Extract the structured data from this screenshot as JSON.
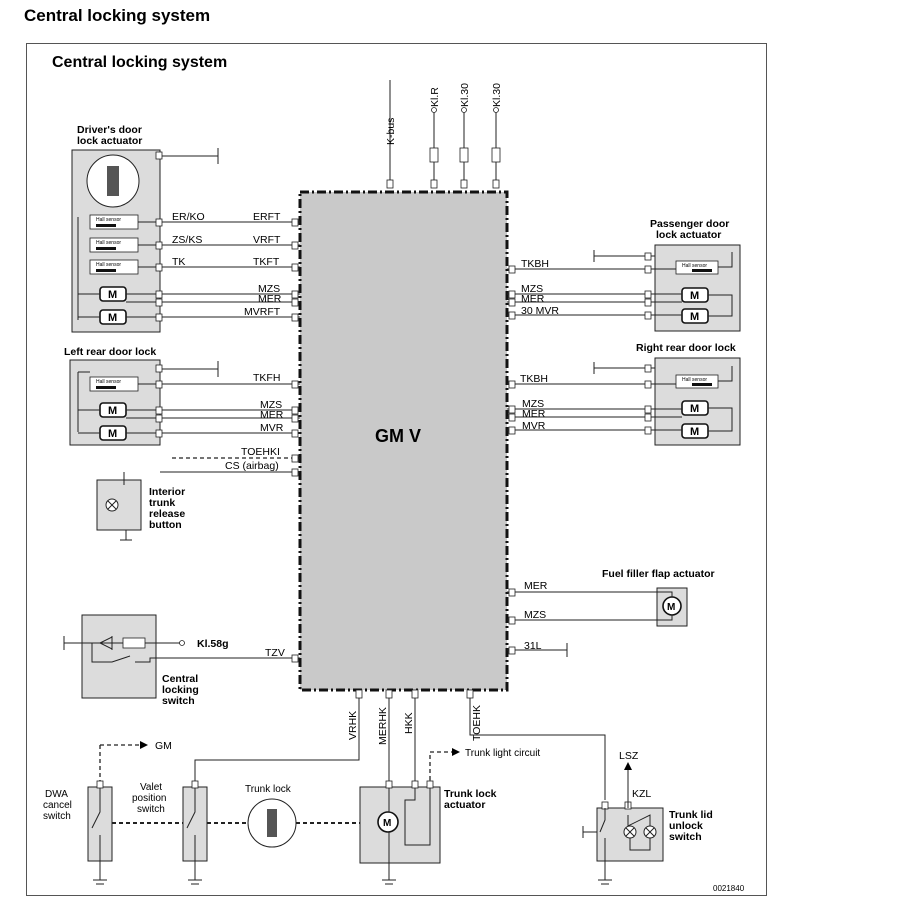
{
  "page": {
    "title": "Central locking system"
  },
  "diagram": {
    "title": "Central locking system",
    "module": "GM V",
    "top_inputs": [
      "K-bus",
      "Kl.R",
      "Kl.30",
      "Kl.30"
    ],
    "drivers_door": {
      "title_1": "Driver's door",
      "title_2": "lock actuator",
      "hall": "Hall sensor",
      "motor": "M",
      "sig_er": "ER/KO",
      "sig_zs": "ZS/KS",
      "sig_tk": "TK",
      "erft": "ERFT",
      "vrft": "VRFT",
      "tkft": "TKFT",
      "mzs": "MZS",
      "mer": "MER",
      "mvrft": "MVRFT"
    },
    "passenger_door": {
      "title_1": "Passenger door",
      "title_2": "lock actuator",
      "tkbh": "TKBH",
      "mzs": "MZS",
      "mer": "MER",
      "mvr": "30 MVR"
    },
    "left_rear": {
      "title": "Left rear door lock",
      "tkfh": "TKFH",
      "mzs": "MZS",
      "mer": "MER",
      "mvr": "MVR"
    },
    "right_rear": {
      "title": "Right rear door lock",
      "tkbh": "TKBH",
      "mzs": "MZS",
      "mer": "MER",
      "mvr": "MVR"
    },
    "toehki": "TOEHKI",
    "cs_airbag": "CS (airbag)",
    "interior_trunk": {
      "l1": "Interior",
      "l2": "trunk",
      "l3": "release",
      "l4": "button"
    },
    "fuel_filler": {
      "title": "Fuel filler flap actuator",
      "mer": "MER",
      "mzs": "MZS"
    },
    "ground_31l": "31L",
    "kl58g": "Kl.58g",
    "tzv": "TZV",
    "central_switch": {
      "l1": "Central",
      "l2": "locking",
      "l3": "switch"
    },
    "bottom_signals": [
      "VRHK",
      "MERHK",
      "HKK",
      "TOEHK"
    ],
    "gm": "GM",
    "dwa": {
      "l1": "DWA",
      "l2": "cancel",
      "l3": "switch"
    },
    "valet": {
      "l1": "Valet",
      "l2": "position",
      "l3": "switch"
    },
    "trunk_lock": "Trunk lock",
    "trunk_light": "Trunk light circuit",
    "trunk_actuator": {
      "l1": "Trunk lock",
      "l2": "actuator"
    },
    "lsz": "LSZ",
    "kzl": "KZL",
    "trunk_lid": {
      "l1": "Trunk lid",
      "l2": "unlock",
      "l3": "switch"
    },
    "figure_number": "0021840"
  }
}
